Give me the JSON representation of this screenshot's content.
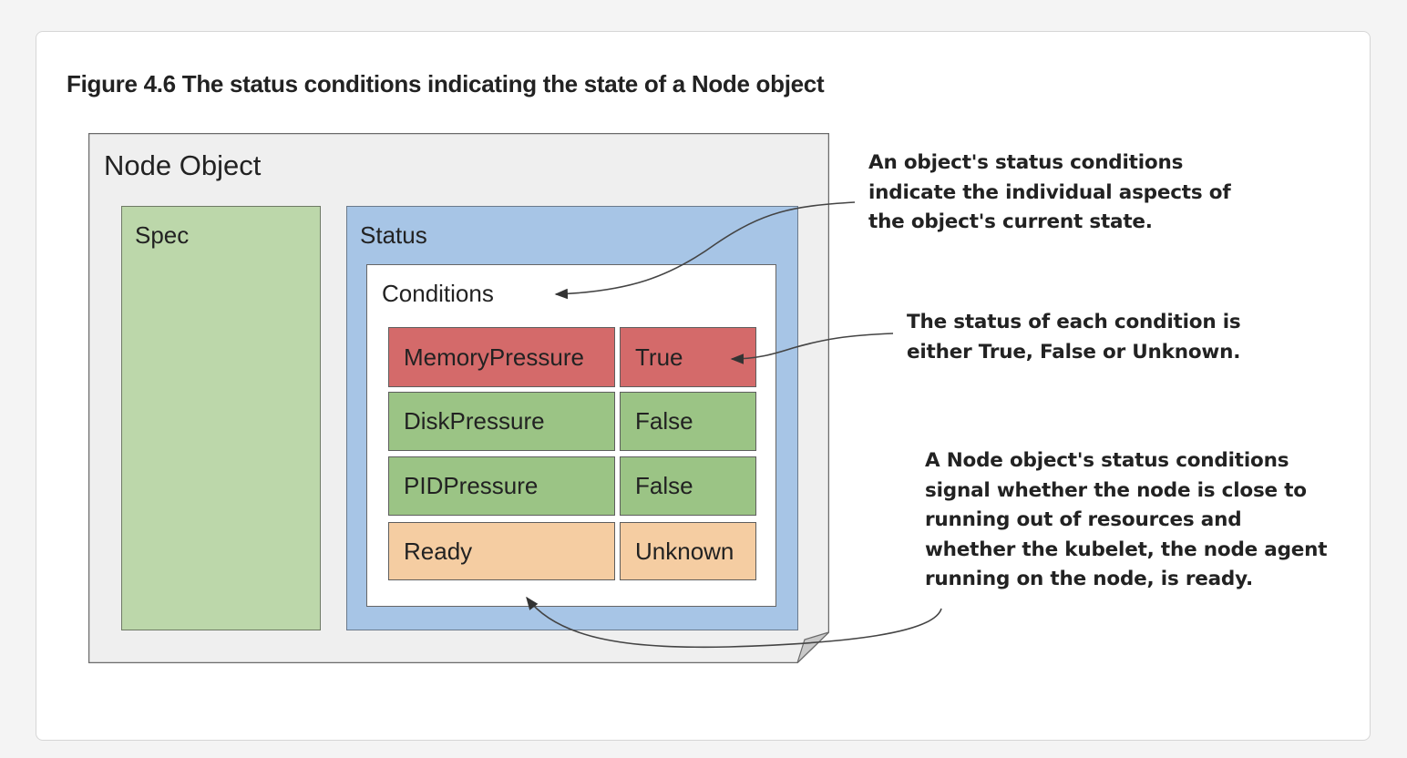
{
  "figure": {
    "title": "Figure 4.6 The status conditions indicating the state of a Node object"
  },
  "diagram": {
    "node_label": "Node Object",
    "spec_label": "Spec",
    "status_label": "Status",
    "conditions_label": "Conditions",
    "conditions": [
      {
        "name": "MemoryPressure",
        "value": "True",
        "color": "#d46a6a"
      },
      {
        "name": "DiskPressure",
        "value": "False",
        "color": "#9bc485"
      },
      {
        "name": "PIDPressure",
        "value": "False",
        "color": "#9bc485"
      },
      {
        "name": "Ready",
        "value": "Unknown",
        "color": "#f5cda2"
      }
    ],
    "colors": {
      "spec": "#bcd7aa",
      "status": "#a7c5e6",
      "node_object": "#efefef"
    }
  },
  "callouts": {
    "conditions": [
      "An object's status conditions",
      "indicate the individual aspects of",
      "the object's current state."
    ],
    "value": [
      "The status of each condition is",
      "either True, False or Unknown."
    ],
    "node": [
      "A Node object's status conditions",
      "signal whether the node is close to",
      "running out of resources and",
      "whether the kubelet, the node agent",
      "running on the node, is ready."
    ]
  }
}
